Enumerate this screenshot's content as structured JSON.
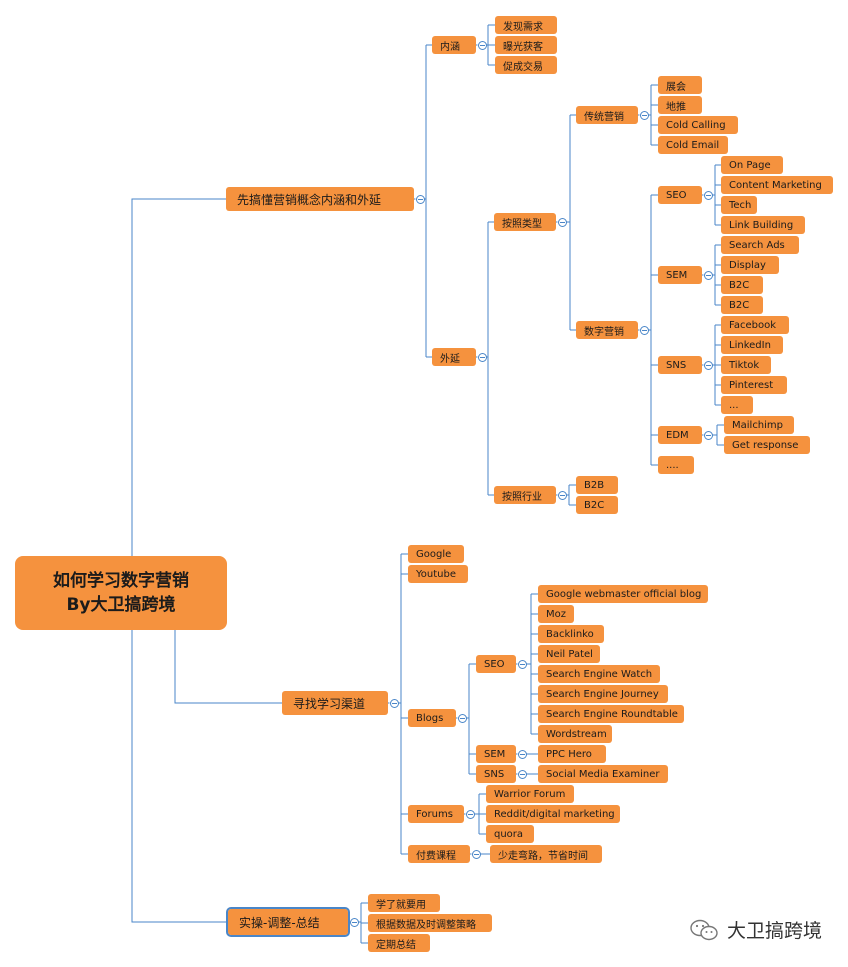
{
  "root": "如何学习数字营销\nBy大卫搞跨境",
  "branch1": {
    "label": "先搞懂营销概念内涵和外延",
    "neihan": {
      "label": "内涵",
      "children": [
        "发现需求",
        "曝光获客",
        "促成交易"
      ]
    },
    "waiyan": {
      "label": "外延",
      "by_type": {
        "label": "按照类型",
        "traditional": {
          "label": "传统营销",
          "children": [
            "展会",
            "地推",
            "Cold Calling",
            "Cold Email"
          ]
        },
        "digital": {
          "label": "数字营销",
          "seo": {
            "label": "SEO",
            "children": [
              "On Page",
              "Content Marketing",
              "Tech",
              "Link Building"
            ]
          },
          "sem": {
            "label": "SEM",
            "children": [
              "Search Ads",
              "Display",
              "B2C",
              "B2C"
            ]
          },
          "sns": {
            "label": "SNS",
            "children": [
              "Facebook",
              "LinkedIn",
              "Tiktok",
              "Pinterest",
              "..."
            ]
          },
          "edm": {
            "label": "EDM",
            "children": [
              "Mailchimp",
              "Get response"
            ]
          },
          "more": "...."
        }
      },
      "by_industry": {
        "label": "按照行业",
        "children": [
          "B2B",
          "B2C"
        ]
      }
    }
  },
  "branch2": {
    "label": "寻找学习渠道",
    "google": "Google",
    "youtube": "Youtube",
    "blogs": {
      "label": "Blogs",
      "seo": {
        "label": "SEO",
        "children": [
          "Google webmaster official blog",
          "Moz",
          "Backlinko",
          "Neil Patel",
          "Search Engine Watch",
          "Search Engine Journey",
          "Search Engine Roundtable",
          "Wordstream"
        ]
      },
      "sem": {
        "label": "SEM",
        "child": "PPC Hero"
      },
      "sns": {
        "label": "SNS",
        "child": "Social Media Examiner"
      }
    },
    "forums": {
      "label": "Forums",
      "children": [
        "Warrior Forum",
        "Reddit/digital marketing",
        "quora"
      ]
    },
    "paid": {
      "label": "付费课程",
      "child": "少走弯路，节省时间"
    }
  },
  "branch3": {
    "label": "实操-调整-总结",
    "children": [
      "学了就要用",
      "根据数据及时调整策略",
      "定期总结"
    ]
  },
  "watermark": "大卫搞跨境",
  "colors": {
    "node": "#F5923E",
    "line": "#4A86C8",
    "text": "#1b1b1b"
  }
}
